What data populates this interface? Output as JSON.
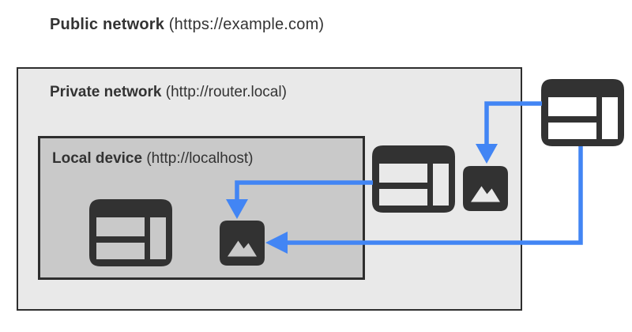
{
  "title": {
    "bold": "Public network",
    "rest": " (https://example.com)"
  },
  "private_network": {
    "label_bold": "Private network",
    "label_rest": " (http://router.local)"
  },
  "local_device": {
    "label_bold": "Local device",
    "label_rest": " (http://localhost)"
  },
  "icons": {
    "browser_public": "browser-window-icon",
    "browser_private": "browser-window-icon",
    "browser_local": "browser-window-icon",
    "image_private": "image-resource-icon",
    "image_local": "image-resource-icon"
  },
  "colors": {
    "page_bg": "#ffffff",
    "text": "#333333",
    "box_border": "#2e2e2e",
    "private_bg": "#e9e9e9",
    "local_bg": "#c9c9c9",
    "icon_dark": "#323232",
    "arrow_blue": "#4285f4"
  }
}
